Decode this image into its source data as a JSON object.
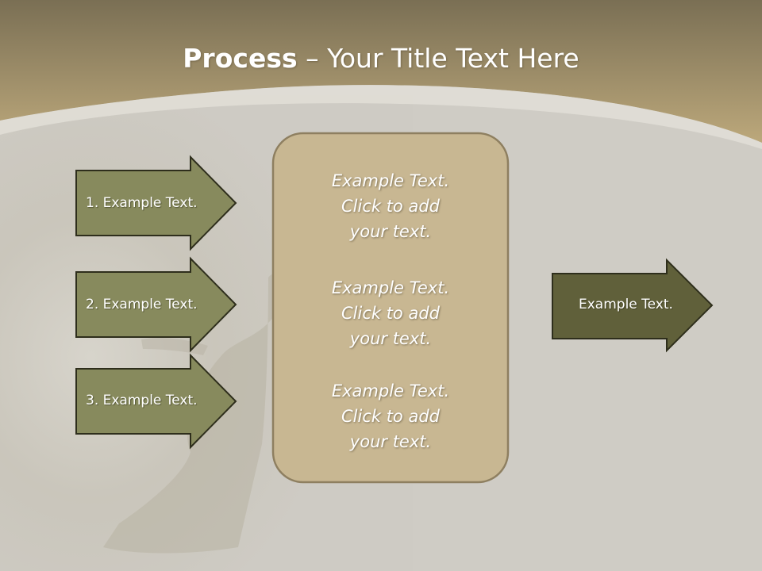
{
  "slide": {
    "title_bold": "Process",
    "title_rest": " – Your Title Text Here",
    "arrows_left": [
      {
        "label": "1. Example Text."
      },
      {
        "label": "2. Example Text."
      },
      {
        "label": "3. Example Text."
      }
    ],
    "center_box": {
      "blocks": [
        {
          "lines": [
            "Example Text.",
            "Click  to add",
            "your text."
          ]
        },
        {
          "lines": [
            "Example Text.",
            "Click  to add",
            "your text."
          ]
        },
        {
          "lines": [
            "Example Text.",
            "Click  to add",
            "your text."
          ]
        }
      ]
    },
    "arrow_right": {
      "label": "Example Text."
    }
  },
  "colors": {
    "header_dark": "#7b7055",
    "header_light": "#b9a57a",
    "body_bg": "#cfccc5",
    "arrow_fill_left": "#878a5d",
    "arrow_fill_right": "#60603a",
    "arrow_stroke": "#2e2e1c",
    "box_fill": "#c8b792",
    "box_stroke": "#8e7f60"
  }
}
